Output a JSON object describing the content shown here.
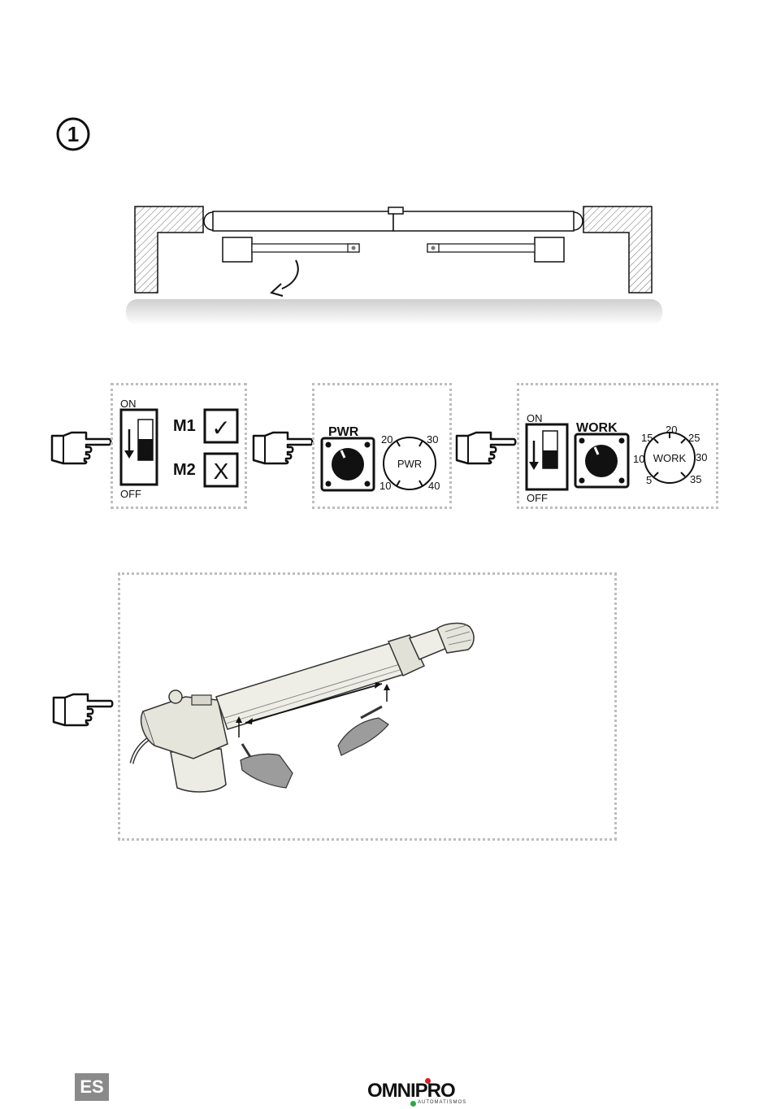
{
  "step": {
    "number": "1"
  },
  "panel1": {
    "on_label": "ON",
    "off_label": "OFF",
    "m1_label": "M1",
    "m2_label": "M2",
    "m1_mark": "✓",
    "m2_mark": "X"
  },
  "panel2": {
    "title": "PWR",
    "dial_label": "PWR",
    "ticks": [
      "20",
      "30",
      "10",
      "40"
    ]
  },
  "panel3": {
    "on_label": "ON",
    "off_label": "OFF",
    "title": "WORK",
    "dial_label": "WORK",
    "ticks": [
      "15",
      "20",
      "25",
      "10",
      "30",
      "5",
      "35"
    ]
  },
  "footer": {
    "language": "ES",
    "logo_text": "OMNIPRO",
    "logo_sub": "AUTOMATISMOS",
    "colors": {
      "badge": "#8a8a8a",
      "logo_red": "#d61f26",
      "logo_green": "#2aa845"
    }
  }
}
